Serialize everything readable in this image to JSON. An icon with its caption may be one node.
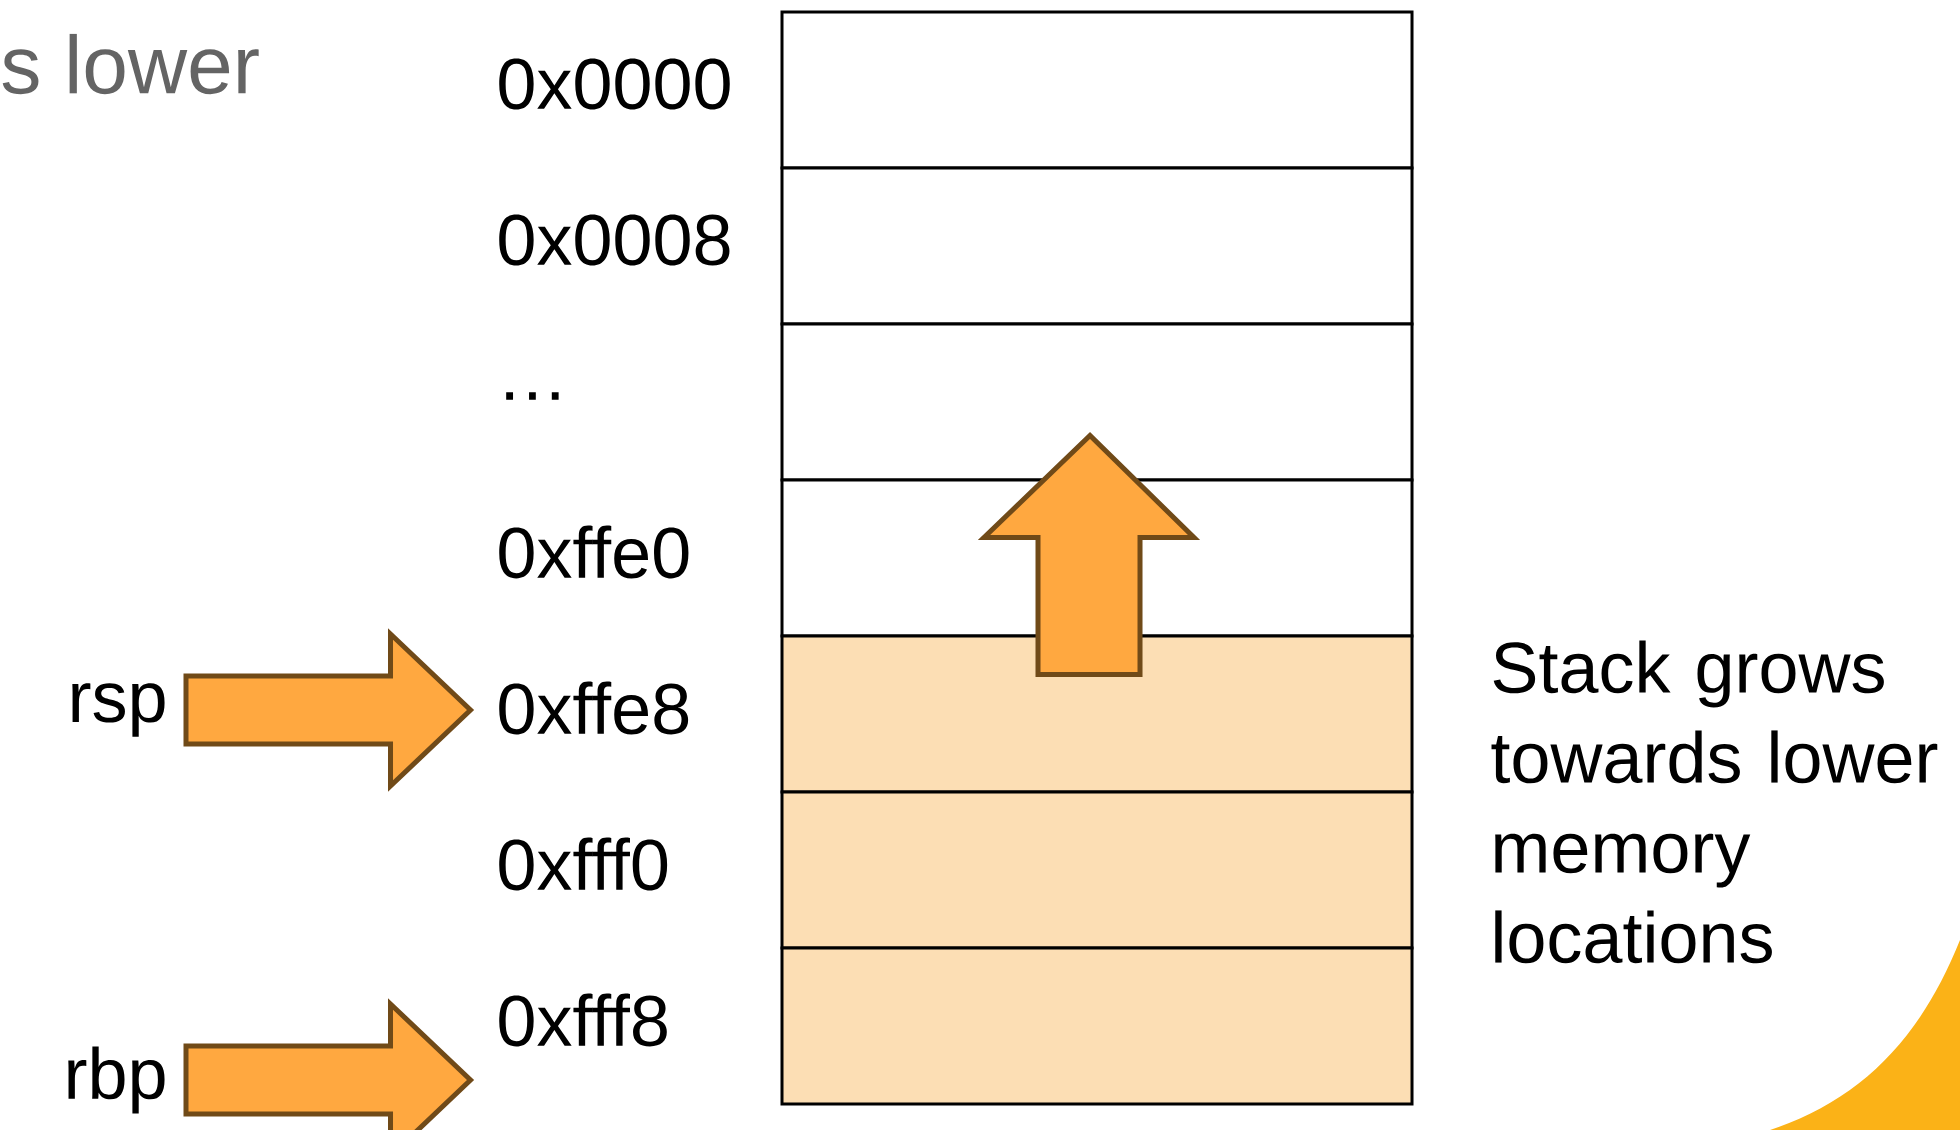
{
  "diagram": {
    "nodes": [
      {
        "text": [],
        "shape": "box",
        "beside": [
          "0x0000"
        ]
      },
      {
        "text": [],
        "shape": "box",
        "beside": [
          "0x0008"
        ]
      },
      {
        "text": [],
        "shape": "box",
        "beside": [
          "…"
        ]
      },
      {
        "text": [],
        "shape": "box",
        "beside": [
          "0xffe0"
        ]
      },
      {
        "text": [],
        "shape": "box",
        "beside": [
          "0xffe8"
        ]
      },
      {
        "text": [],
        "shape": "box",
        "beside": [
          "0xfff0"
        ]
      },
      {
        "text": [],
        "shape": "box",
        "beside": [
          "0xfff8"
        ]
      },
      {
        "text": [
          "rsp"
        ]
      },
      {
        "text": [
          "rbp"
        ]
      }
    ],
    "edges": [
      {
        "from": 7,
        "to": 4,
        "arrow": "to",
        "style": "thick"
      },
      {
        "from": 8,
        "to": 6,
        "arrow": "to",
        "style": "thick"
      },
      {
        "from": 4,
        "to": 2,
        "arrow": "to",
        "style": "thick"
      }
    ],
    "labels": [
      "s lower",
      "Stack grows towards lower memory locations"
    ]
  }
}
